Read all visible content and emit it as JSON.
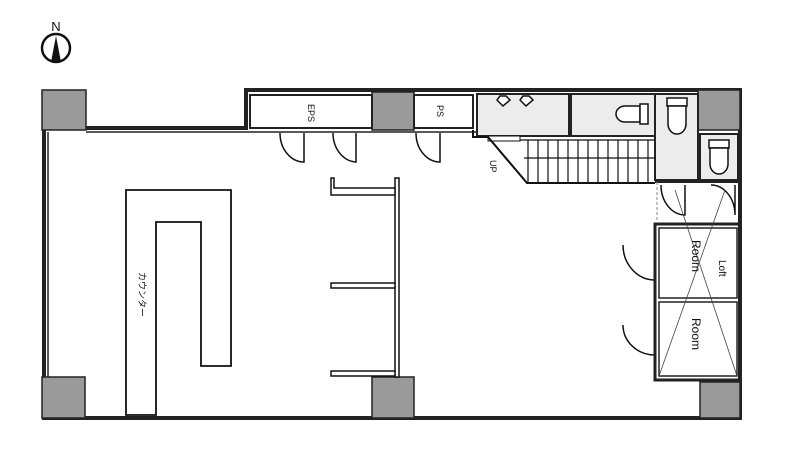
{
  "compass": {
    "label": "N"
  },
  "labels": {
    "eps": "EPS",
    "ps": "PS",
    "up": "UP",
    "counter": "カウンター",
    "room_upper": "Room",
    "loft": "Loft",
    "room_lower": "Room"
  },
  "colors": {
    "wall": "#222222",
    "pillar": "#9a9a9a",
    "wet_area": "#ececec"
  }
}
